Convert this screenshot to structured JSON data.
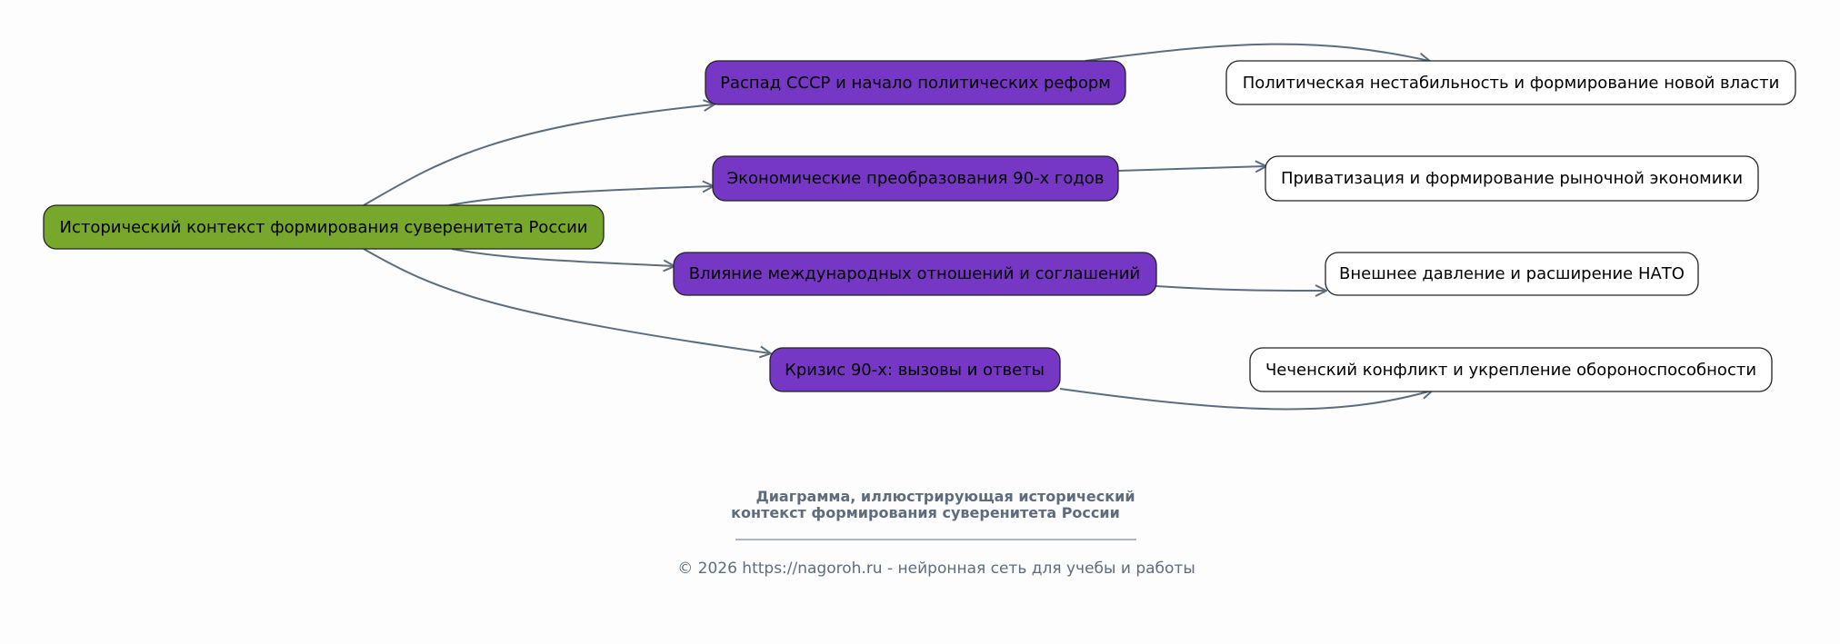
{
  "diagram": {
    "root": {
      "label": "Исторический контекст формирования суверенитета России",
      "color": "#77a82b"
    },
    "branches": [
      {
        "label": "Распад СССР и начало политических реформ",
        "child": "Политическая нестабильность и формирование новой власти"
      },
      {
        "label": "Экономические преобразования 90-х годов",
        "child": "Приватизация и формирование рыночной экономики"
      },
      {
        "label": "Влияние международных отношений и соглашений",
        "child": "Внешнее давление и расширение НАТО"
      },
      {
        "label": "Кризис 90-х: вызовы и ответы",
        "child": "Чеченский конфликт и укрепление обороноспособности"
      }
    ],
    "branch_color": "#7637c4",
    "leaf_color": "#ffffff",
    "edge_color": "#5d6d7e"
  },
  "caption": {
    "line1": "Диаграмма, иллюстрирующая исторический",
    "line2": "контекст формирования суверенитета России"
  },
  "footer": "© 2026 https://nagoroh.ru - нейронная сеть для учебы и работы"
}
